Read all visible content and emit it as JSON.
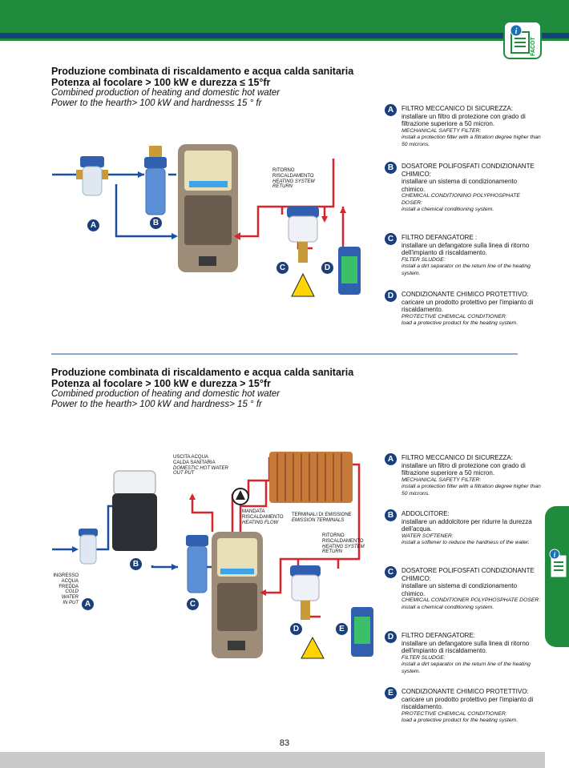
{
  "facot_label": "FACOT",
  "page_number": "83",
  "section1": {
    "title_it_1": "Produzione combinata di riscaldamento e acqua calda sanitaria",
    "title_it_2": "Potenza al focolare > 100 kW e durezza ≤ 15°fr",
    "title_en_1": "Combined production of heating and domestic hot water",
    "title_en_2": "Power to the hearth> 100 kW and hardness≤ 15 ° fr",
    "diagram": {
      "return_label_1": "RITORNO",
      "return_label_2": "RISCALDAMENTO",
      "return_label_en_1": "HEATING SYSTEM",
      "return_label_en_2": "RETURN",
      "markers": [
        "A",
        "B",
        "C",
        "D"
      ]
    },
    "legend": [
      {
        "letter": "A",
        "title": "FILTRO MECCANICO DI SICUREZZA:",
        "text": "installare un filtro di protezione con grado di filtrazione superiore a 50 micron.",
        "en_title": "MECHANICAL SAFETY FILTER:",
        "en_text": "install a protection filter with a filtration degree higher than 50 microns."
      },
      {
        "letter": "B",
        "title": "DOSATORE POLIFOSFATI CONDIZIONANTE CHIMICO:",
        "text": "installare un sistema di condizionamento chimico.",
        "en_title": "CHEMICAL CONDITIONING POLYPHOSPHATE DOSER:",
        "en_text": "install a chemical conditioning system."
      },
      {
        "letter": "C",
        "title": "FILTRO DEFANGATORE :",
        "text": "installare un defangatore sulla linea di ritorno dell'impianto di riscaldamento.",
        "en_title": "FILTER SLUDGE:",
        "en_text": "install a dirt separator on the return line of the heating system."
      },
      {
        "letter": "D",
        "title": "CONDIZIONANTE CHIMICO PROTETTIVO:",
        "text": "caricare un prodotto protettivo per l'impianto di riscaldamento.",
        "en_title": "PROTECTIVE CHEMICAL CONDITIONER:",
        "en_text": "load a protective product for the heating system."
      }
    ]
  },
  "section2": {
    "title_it_1": "Produzione combinata di riscaldamento e acqua calda sanitaria",
    "title_it_2": "Potenza al focolare > 100 kW e durezza > 15°fr",
    "title_en_1": "Combined production of heating and domestic hot water",
    "title_en_2": "Power to the hearth> 100 kW and hardness> 15 ° fr",
    "diagram": {
      "outlet_1": "USCITA ACQUA",
      "outlet_2": "CALDA SANITARIA",
      "outlet_en_1": "DOMESTIC HOT WATER",
      "outlet_en_2": "OUT PUT",
      "flow_1": "MANDATA",
      "flow_2": "RISCALDAMENTO",
      "flow_en": "HEATING FLOW",
      "terminals": "TERMINALI DI EMISSIONE",
      "terminals_en": "EMISSION TERMINALS",
      "return_1": "RITORNO",
      "return_2": "RISCALDAMENTO",
      "return_en_1": "HEATING SYSTEM",
      "return_en_2": "RETURN",
      "inlet_1": "INGRESSO",
      "inlet_2": "ACQUA",
      "inlet_3": "FREDDA",
      "inlet_en_1": "COLD",
      "inlet_en_2": "WATER",
      "inlet_en_3": "IN PUT",
      "markers": [
        "A",
        "B",
        "C",
        "D",
        "E"
      ]
    },
    "legend": [
      {
        "letter": "A",
        "title": "FILTRO MECCANICO DI SICUREZZA:",
        "text": "installare un filtro di protezione con grado di filtrazione superiore a 50 micron.",
        "en_title": "MECHANICAL SAFETY FILTER:",
        "en_text": "install a protection filter with a filtration degree higher than 50 microns."
      },
      {
        "letter": "B",
        "title": "ADDOLCITORE:",
        "text": "installare un addolcitore per ridurre la durezza dell'acqua.",
        "en_title": "WATER SOFTENER:",
        "en_text": "install a softener to reduce the hardness of the water."
      },
      {
        "letter": "C",
        "title": "DOSATORE POLIFOSFATI CONDIZIONANTE CHIMICO:",
        "text": "installare un sistema di condizionamento chimico.",
        "en_title": "CHEMICAL CONDITIONER POLYPHOSPHATE DOSER:",
        "en_text": "install a chemical conditioning system."
      },
      {
        "letter": "D",
        "title": "FILTRO DEFANGATORE:",
        "text": "installare un defangatore sulla linea di ritorno dell'impianto di riscaldamento.",
        "en_title": "FILTER SLUDGE:",
        "en_text": "install a dirt separator on the return line of the heating system."
      },
      {
        "letter": "E",
        "title": "CONDIZIONANTE CHIMICO PROTETTIVO:",
        "text": "caricare un prodotto protettivo per l'impianto di riscaldamento.",
        "en_title": "PROTECTIVE CHEMICAL CONDITIONER:",
        "en_text": "load a protective product for the heating system."
      }
    ]
  }
}
